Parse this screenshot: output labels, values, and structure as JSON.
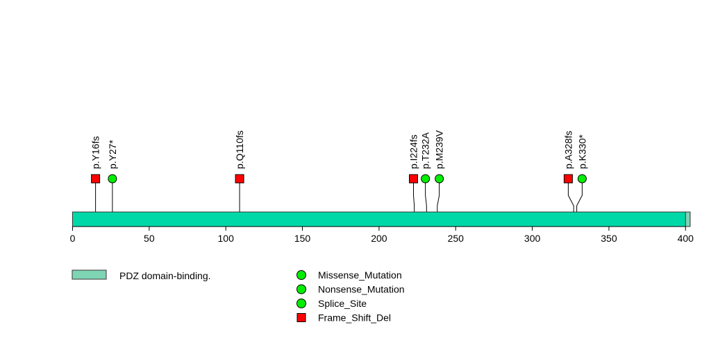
{
  "chart_data": {
    "type": "lollipop",
    "xlim": [
      0,
      403
    ],
    "protein_length": 403,
    "x_ticks": [
      "0",
      "50",
      "100",
      "150",
      "200",
      "250",
      "300",
      "350",
      "400"
    ],
    "domains": [
      {
        "name": "PDZ domain-binding.",
        "start": 400,
        "end": 403,
        "color": "#7fd4b4"
      }
    ],
    "backbone_color": "#00d8a8",
    "mutations": [
      {
        "label": "p.Y16fs",
        "position": 15,
        "type": "Frame_Shift_Del"
      },
      {
        "label": "p.Y27*",
        "position": 26,
        "type": "Nonsense_Mutation"
      },
      {
        "label": "p.Q110fs",
        "position": 109,
        "type": "Frame_Shift_Del"
      },
      {
        "label": "p.I224fs",
        "position": 223,
        "type": "Frame_Shift_Del"
      },
      {
        "label": "p.T232A",
        "position": 231,
        "type": "Missense_Mutation"
      },
      {
        "label": "p.M239V",
        "position": 238,
        "type": "Missense_Mutation"
      },
      {
        "label": "p.A328fs",
        "position": 327,
        "type": "Frame_Shift_Del"
      },
      {
        "label": "p.K330*",
        "position": 329,
        "type": "Nonsense_Mutation"
      }
    ],
    "mutation_legend": [
      {
        "label": "Missense_Mutation",
        "shape": "circle",
        "color": "#00ee00"
      },
      {
        "label": "Nonsense_Mutation",
        "shape": "circle",
        "color": "#00ee00"
      },
      {
        "label": "Splice_Site",
        "shape": "circle",
        "color": "#00ee00"
      },
      {
        "label": "Frame_Shift_Del",
        "shape": "square",
        "color": "#ff0000"
      }
    ],
    "domain_legend": [
      {
        "label": "PDZ domain-binding.",
        "color": "#7fd4b4"
      }
    ]
  }
}
